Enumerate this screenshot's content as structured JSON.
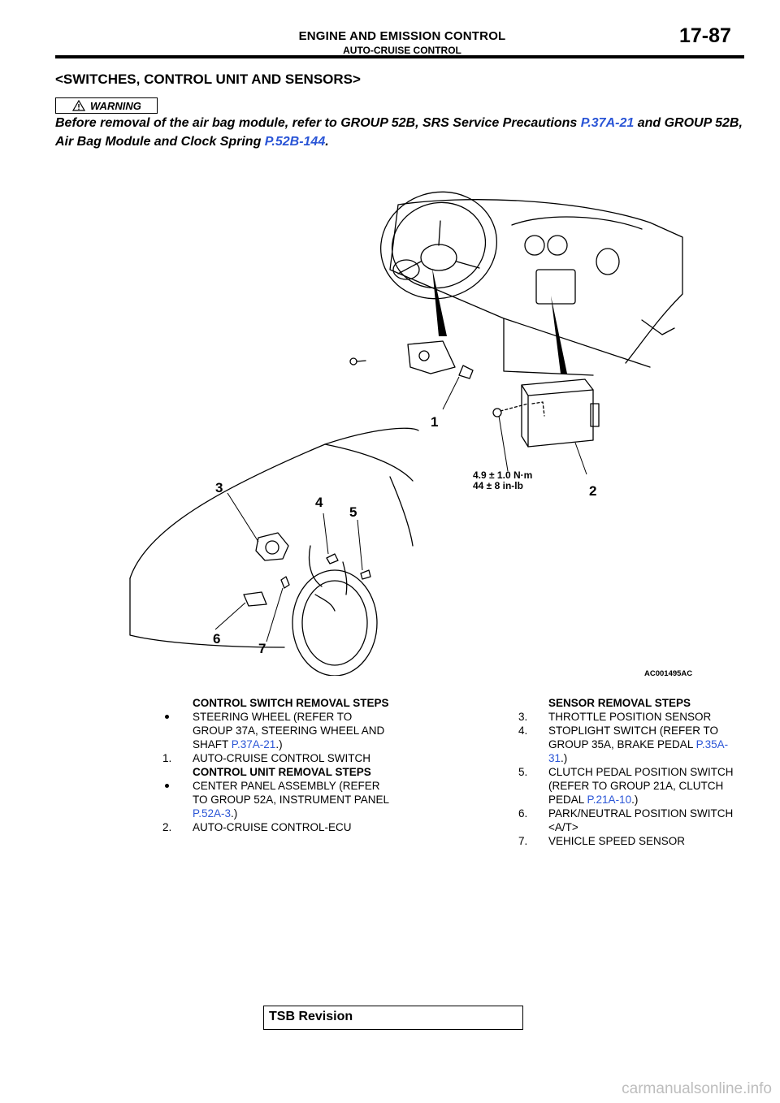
{
  "header": {
    "title": "ENGINE AND EMISSION CONTROL",
    "subtitle": "AUTO-CRUISE CONTROL",
    "page_number": "17-87"
  },
  "section_heading": "<SWITCHES, CONTROL UNIT AND SENSORS>",
  "warning": {
    "label": "WARNING",
    "text_1": "Before removal of the air bag module, refer to GROUP 52B, SRS Service Precautions ",
    "link_1": "P.37A-21",
    "text_2": " and GROUP 52B, Air Bag Module and Clock Spring ",
    "link_2": "P.52B-144",
    "text_3": "."
  },
  "illustration": {
    "callouts": [
      "1",
      "2",
      "3",
      "4",
      "5",
      "6",
      "7"
    ],
    "torque_line1": "4.9 ± 1.0 N·m",
    "torque_line2": "44 ± 8 in-lb",
    "figure_code": "AC001495AC"
  },
  "left_column": {
    "heading1": "CONTROL SWITCH REMOVAL STEPS",
    "bullet1_text": "STEERING WHEEL (REFER TO GROUP 37A, STEERING WHEEL AND SHAFT ",
    "bullet1_link": "P.37A-21",
    "bullet1_end": ".)",
    "step1_num": "1.",
    "step1_text": "AUTO-CRUISE CONTROL SWITCH",
    "heading2": "CONTROL UNIT REMOVAL STEPS",
    "bullet2_text": "CENTER PANEL ASSEMBLY (REFER TO GROUP 52A, INSTRUMENT PANEL ",
    "bullet2_link": "P.52A-3",
    "bullet2_end": ".)",
    "step2_num": "2.",
    "step2_text": "AUTO-CRUISE CONTROL-ECU"
  },
  "right_column": {
    "heading": "SENSOR REMOVAL STEPS",
    "step3_num": "3.",
    "step3_text": "THROTTLE POSITION SENSOR",
    "step4_num": "4.",
    "step4_text": "STOPLIGHT SWITCH (REFER TO GROUP 35A, BRAKE PEDAL ",
    "step4_link": "P.35A-31",
    "step4_end": ".)",
    "step5_num": "5.",
    "step5_text": "CLUTCH PEDAL POSITION SWITCH (REFER TO GROUP 21A, CLUTCH PEDAL ",
    "step5_link": "P.21A-10",
    "step5_end": ".)",
    "step6_num": "6.",
    "step6_text": "PARK/NEUTRAL POSITION SWITCH <A/T>",
    "step7_num": "7.",
    "step7_text": "VEHICLE SPEED SENSOR"
  },
  "footer": {
    "tsb_label": "TSB Revision",
    "watermark": "carmanualsonline.info"
  },
  "colors": {
    "link": "#2a55d6",
    "watermark": "#bdbdbd"
  }
}
